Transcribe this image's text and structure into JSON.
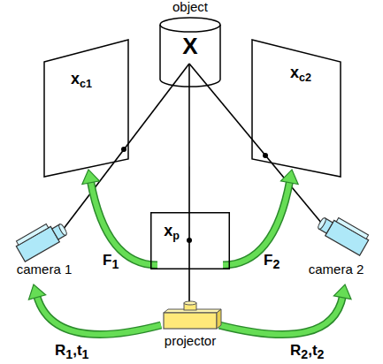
{
  "diagram": {
    "nodes": [
      {
        "text": [
          "object",
          "X"
        ]
      },
      {
        "text": [
          "xc1"
        ]
      },
      {
        "text": [
          "xc2"
        ]
      },
      {
        "text": [
          "camera 1"
        ]
      },
      {
        "text": [
          "xp"
        ]
      },
      {
        "text": [
          "camera 2"
        ]
      },
      {
        "text": [
          "projector"
        ]
      }
    ],
    "edges": [
      {
        "from": 0,
        "to": 3,
        "arrow": "none"
      },
      {
        "from": 0,
        "to": 6,
        "arrow": "none"
      },
      {
        "from": 0,
        "to": 5,
        "arrow": "none"
      },
      {
        "from": 4,
        "to": 1,
        "arrow": "to",
        "label": "F1"
      },
      {
        "from": 4,
        "to": 2,
        "arrow": "to",
        "label": "F2"
      },
      {
        "from": 6,
        "to": 3,
        "arrow": "to",
        "label": "R1,t1"
      },
      {
        "from": 6,
        "to": 5,
        "arrow": "to",
        "label": "R2,t2"
      }
    ]
  }
}
